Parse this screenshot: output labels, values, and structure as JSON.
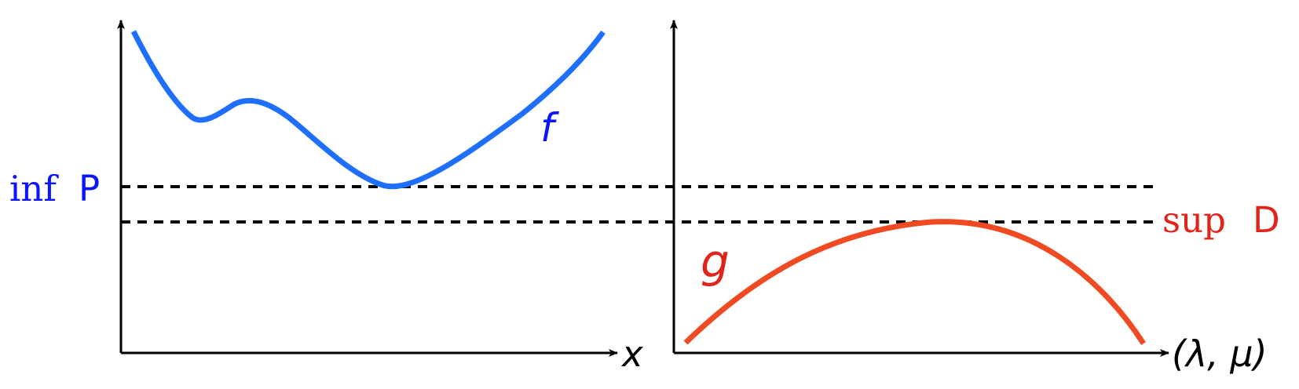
{
  "colors": {
    "axis": "#000000",
    "dashed": "#000000",
    "primal_curve": "#1f6fff",
    "dual_curve": "#f04a22",
    "primal_text": "#0a14ff",
    "dual_text": "#e2231a"
  },
  "left_panel": {
    "x_axis_label": "x",
    "curve_label": "f"
  },
  "right_panel": {
    "axis_label": "(λ, μ)",
    "curve_label": "g"
  },
  "levels": {
    "inf_P": {
      "operator": "inf",
      "symbol": "P"
    },
    "sup_D": {
      "operator": "sup",
      "symbol": "D"
    }
  }
}
